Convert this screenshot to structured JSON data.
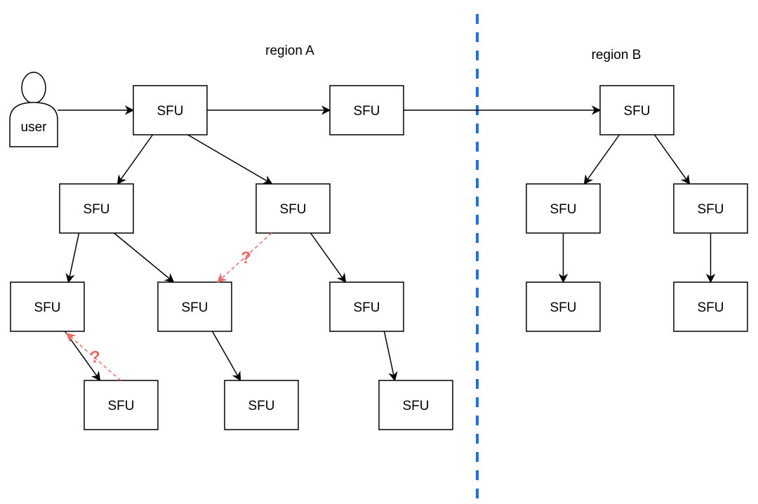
{
  "regions": [
    {
      "id": "region-a",
      "label": "region A"
    },
    {
      "id": "region-b",
      "label": "region B"
    }
  ],
  "user": {
    "label": "user"
  },
  "nodes": [
    {
      "id": "a-root",
      "label": "SFU"
    },
    {
      "id": "a-relay",
      "label": "SFU"
    },
    {
      "id": "a-l1-left",
      "label": "SFU"
    },
    {
      "id": "a-l1-right",
      "label": "SFU"
    },
    {
      "id": "a-l2-1",
      "label": "SFU"
    },
    {
      "id": "a-l2-2",
      "label": "SFU"
    },
    {
      "id": "a-l2-3",
      "label": "SFU"
    },
    {
      "id": "a-l3-1",
      "label": "SFU"
    },
    {
      "id": "a-l3-2",
      "label": "SFU"
    },
    {
      "id": "a-l3-3",
      "label": "SFU"
    },
    {
      "id": "b-root",
      "label": "SFU"
    },
    {
      "id": "b-l1-left",
      "label": "SFU"
    },
    {
      "id": "b-l1-right",
      "label": "SFU"
    },
    {
      "id": "b-l2-left",
      "label": "SFU"
    },
    {
      "id": "b-l2-right",
      "label": "SFU"
    }
  ],
  "edges": [
    {
      "from": "user",
      "to": "a-root"
    },
    {
      "from": "a-root",
      "to": "a-relay"
    },
    {
      "from": "a-relay",
      "to": "b-root"
    },
    {
      "from": "a-root",
      "to": "a-l1-left"
    },
    {
      "from": "a-root",
      "to": "a-l1-right"
    },
    {
      "from": "a-l1-left",
      "to": "a-l2-1"
    },
    {
      "from": "a-l1-left",
      "to": "a-l2-2"
    },
    {
      "from": "a-l1-right",
      "to": "a-l2-3"
    },
    {
      "from": "a-l2-1",
      "to": "a-l3-1"
    },
    {
      "from": "a-l2-2",
      "to": "a-l3-2"
    },
    {
      "from": "a-l2-3",
      "to": "a-l3-3"
    },
    {
      "from": "b-root",
      "to": "b-l1-left"
    },
    {
      "from": "b-root",
      "to": "b-l1-right"
    },
    {
      "from": "b-l1-left",
      "to": "b-l2-left"
    },
    {
      "from": "b-l1-right",
      "to": "b-l2-right"
    }
  ],
  "uncertain_edges": [
    {
      "from": "a-l1-right",
      "to": "a-l2-2",
      "marker": "?"
    },
    {
      "from": "a-l3-1",
      "to": "a-l2-1",
      "marker": "?"
    }
  ],
  "colors": {
    "divider": "#1f6fde",
    "uncertain": "#ea6b66"
  }
}
